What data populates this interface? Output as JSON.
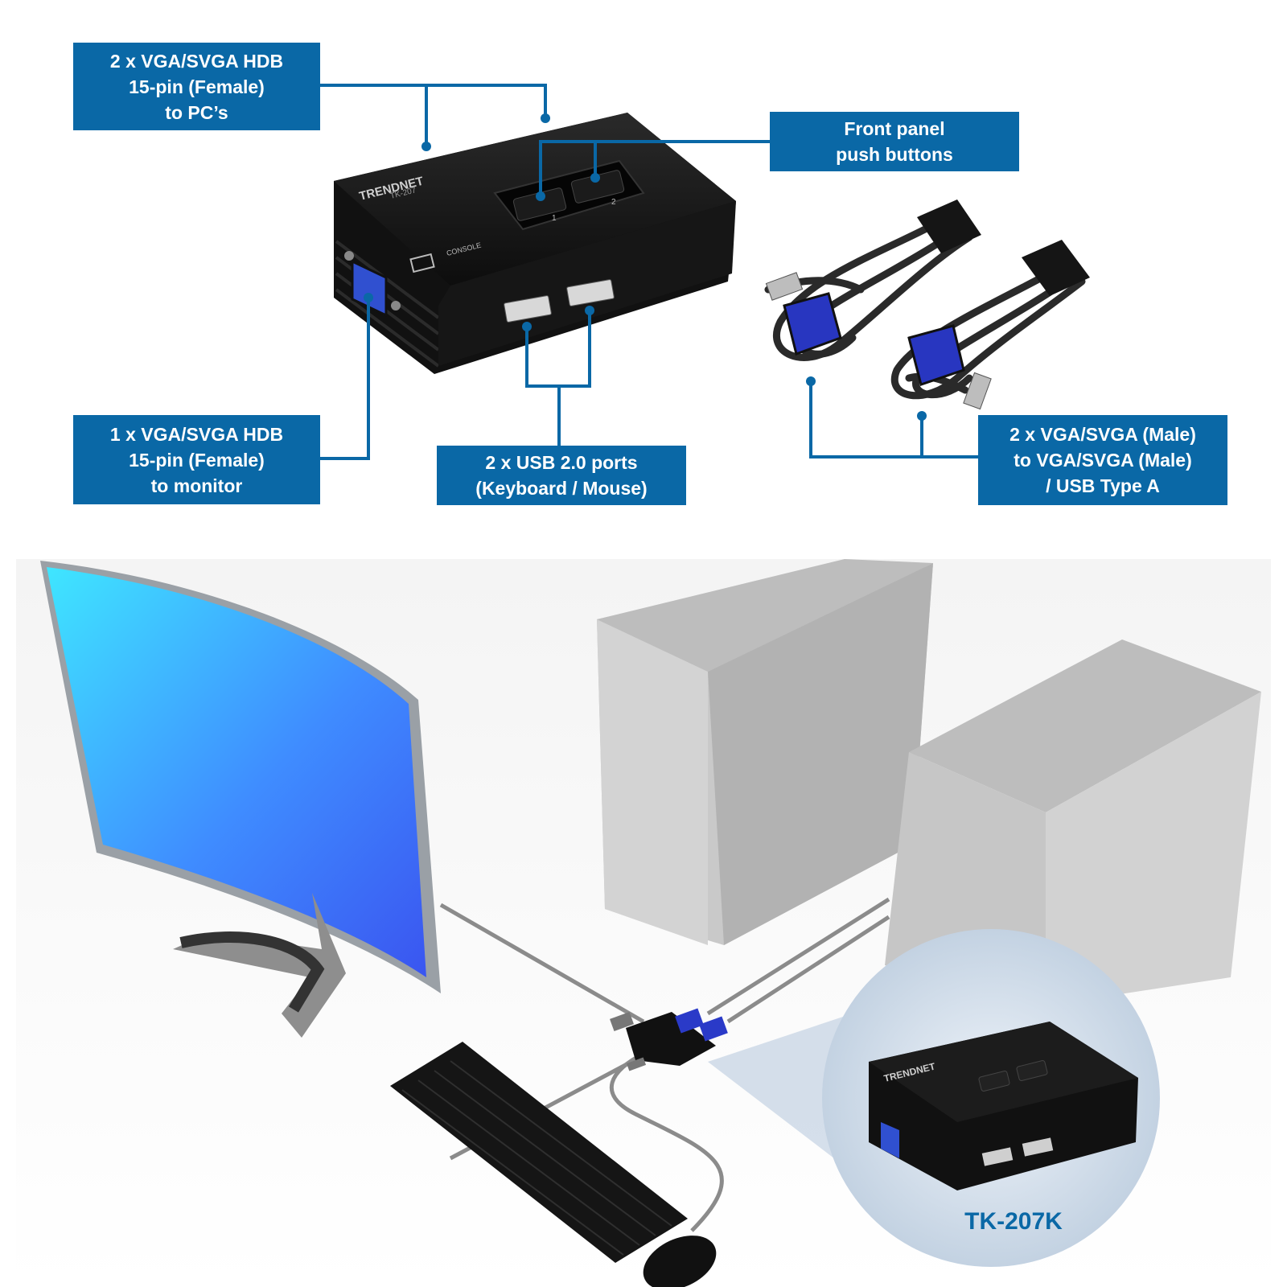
{
  "callouts": {
    "vga_to_pc": [
      "2 x VGA/SVGA HDB",
      "15-pin (Female)",
      "to PC’s"
    ],
    "front_panel": [
      "Front panel",
      "push buttons"
    ],
    "vga_to_monitor": [
      "1 x VGA/SVGA HDB",
      "15-pin (Female)",
      "to monitor"
    ],
    "usb_ports": [
      "2 x USB 2.0 ports",
      "(Keyboard / Mouse)"
    ],
    "cables": [
      "2 x VGA/SVGA (Male)",
      "to VGA/SVGA (Male)",
      "/ USB Type A"
    ]
  },
  "device": {
    "brand": "TRENDnet",
    "model_on_case": "TK-207",
    "port_label": "CONSOLE",
    "button_numbers": [
      "1",
      "2"
    ]
  },
  "inset": {
    "model": "TK-207K"
  },
  "colors": {
    "callout_bg": "#0a68a6",
    "callout_text": "#ffffff",
    "accent": "#0a68a6"
  }
}
